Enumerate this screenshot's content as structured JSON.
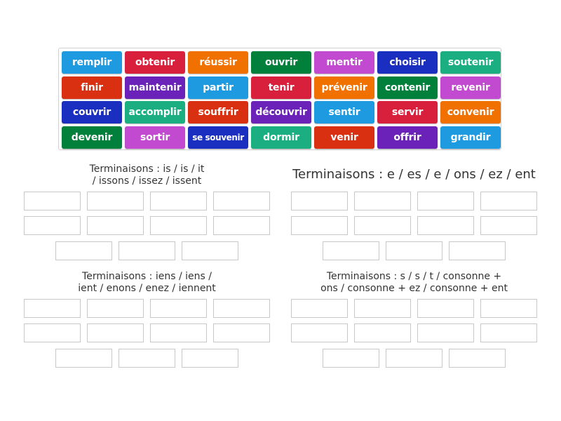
{
  "colors": {
    "blue": "#1e9be0",
    "red": "#d8203c",
    "orange": "#f07000",
    "green": "#00803a",
    "magenta": "#c24ad0",
    "navy": "#1a2fbf",
    "teal": "#1aae80",
    "redorange": "#d83010",
    "purple": "#6a22b8"
  },
  "tiles": [
    [
      {
        "label": "remplir",
        "color": "blue"
      },
      {
        "label": "obtenir",
        "color": "red"
      },
      {
        "label": "réussir",
        "color": "orange"
      },
      {
        "label": "ouvrir",
        "color": "green"
      },
      {
        "label": "mentir",
        "color": "magenta"
      },
      {
        "label": "choisir",
        "color": "navy"
      },
      {
        "label": "soutenir",
        "color": "teal"
      }
    ],
    [
      {
        "label": "finir",
        "color": "redorange"
      },
      {
        "label": "maintenir",
        "color": "purple"
      },
      {
        "label": "partir",
        "color": "blue"
      },
      {
        "label": "tenir",
        "color": "red"
      },
      {
        "label": "prévenir",
        "color": "orange"
      },
      {
        "label": "contenir",
        "color": "green"
      },
      {
        "label": "revenir",
        "color": "magenta"
      }
    ],
    [
      {
        "label": "couvrir",
        "color": "navy"
      },
      {
        "label": "accomplir",
        "color": "teal"
      },
      {
        "label": "souffrir",
        "color": "redorange"
      },
      {
        "label": "découvrir",
        "color": "purple"
      },
      {
        "label": "sentir",
        "color": "blue"
      },
      {
        "label": "servir",
        "color": "red"
      },
      {
        "label": "convenir",
        "color": "orange"
      }
    ],
    [
      {
        "label": "devenir",
        "color": "green"
      },
      {
        "label": "sortir",
        "color": "magenta"
      },
      {
        "label": "se souvenir",
        "color": "navy"
      },
      {
        "label": "dormir",
        "color": "teal"
      },
      {
        "label": "venir",
        "color": "redorange"
      },
      {
        "label": "offrir",
        "color": "purple"
      },
      {
        "label": "grandir",
        "color": "blue"
      }
    ]
  ],
  "groups": [
    {
      "title_lines": [
        "Terminaisons : is / is / it",
        "/ issons / issez / issent"
      ]
    },
    {
      "title_lines": [
        "Terminaisons : e / es / e / ons / ez / ent"
      ]
    },
    {
      "title_lines": [
        "Terminaisons : iens / iens /",
        "ient / enons / enez / iennent"
      ]
    },
    {
      "title_lines": [
        "Terminaisons : s / s / t / consonne +",
        "ons / consonne + ez / consonne + ent"
      ]
    }
  ]
}
